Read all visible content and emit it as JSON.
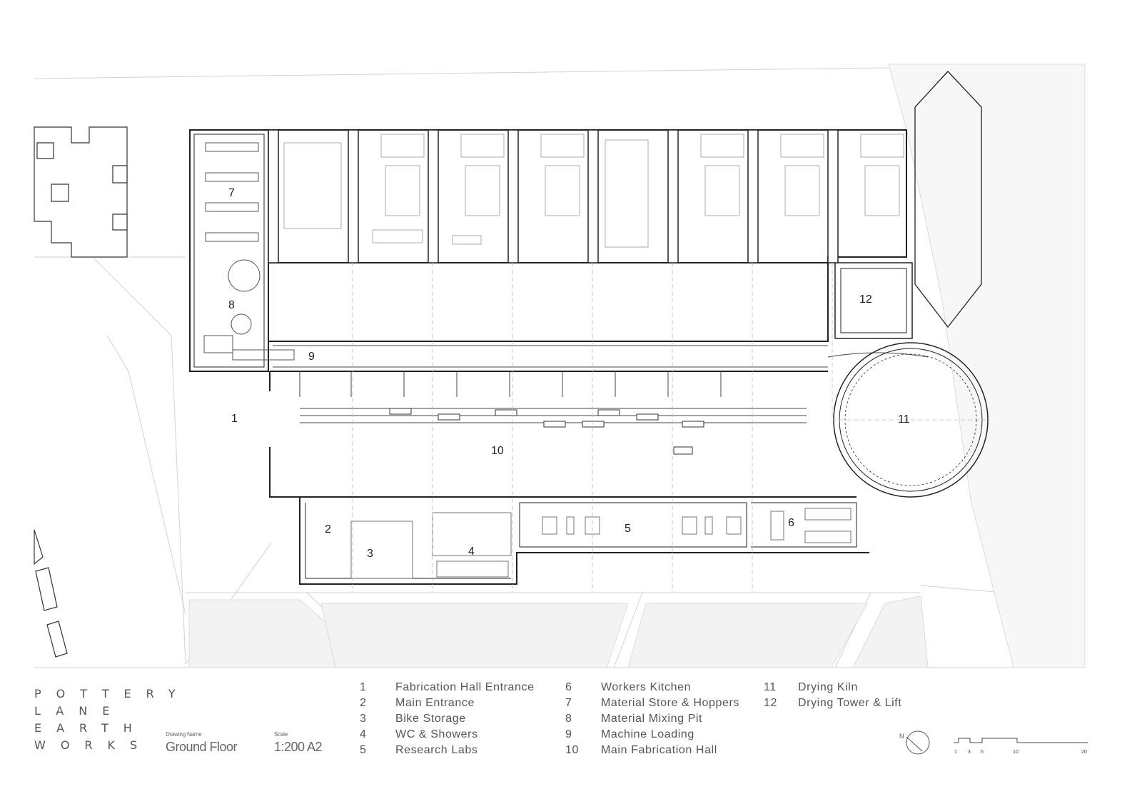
{
  "project": {
    "lines": [
      "POTTERY",
      "LANE",
      "EARTH",
      "WORKS"
    ]
  },
  "drawing": {
    "name_label": "Drawing Name",
    "name": "Ground Floor",
    "scale_label": "Scale",
    "scale": "1:200 A2"
  },
  "rooms": [
    {
      "num": "1",
      "label": "Fabrication Hall Entrance"
    },
    {
      "num": "2",
      "label": "Main Entrance"
    },
    {
      "num": "3",
      "label": "Bike Storage"
    },
    {
      "num": "4",
      "label": "WC & Showers"
    },
    {
      "num": "5",
      "label": "Research Labs"
    },
    {
      "num": "6",
      "label": "Workers Kitchen"
    },
    {
      "num": "7",
      "label": "Material Store & Hoppers"
    },
    {
      "num": "8",
      "label": "Material Mixing Pit"
    },
    {
      "num": "9",
      "label": "Machine Loading"
    },
    {
      "num": "10",
      "label": "Main Fabrication Hall"
    },
    {
      "num": "11",
      "label": "Drying Kiln"
    },
    {
      "num": "12",
      "label": "Drying Tower & Lift"
    }
  ],
  "north": {
    "label": "N"
  },
  "scale_bar": {
    "ticks": [
      "1",
      "3",
      "5",
      "10",
      "20"
    ]
  },
  "colors": {
    "line": "#333333",
    "faint": "#c8c8c8",
    "wall": "#222222"
  }
}
